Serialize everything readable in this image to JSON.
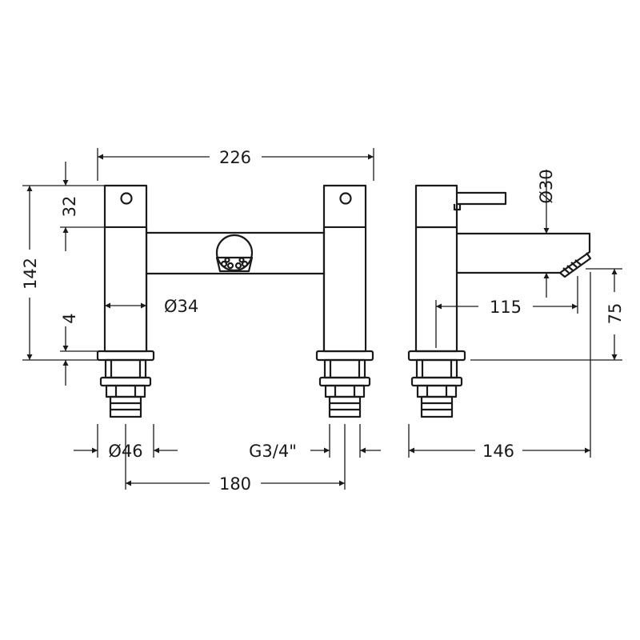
{
  "dimensions": {
    "overall_width": "226",
    "handle_height": "32",
    "overall_height": "142",
    "spout_diameter": "Ø34",
    "base_gap": "4",
    "base_diameter": "Ø46",
    "thread": "G3/4\"",
    "centres": "180",
    "lever_diameter": "Ø30",
    "spout_reach": "115",
    "spout_height": "75",
    "side_depth": "146"
  }
}
